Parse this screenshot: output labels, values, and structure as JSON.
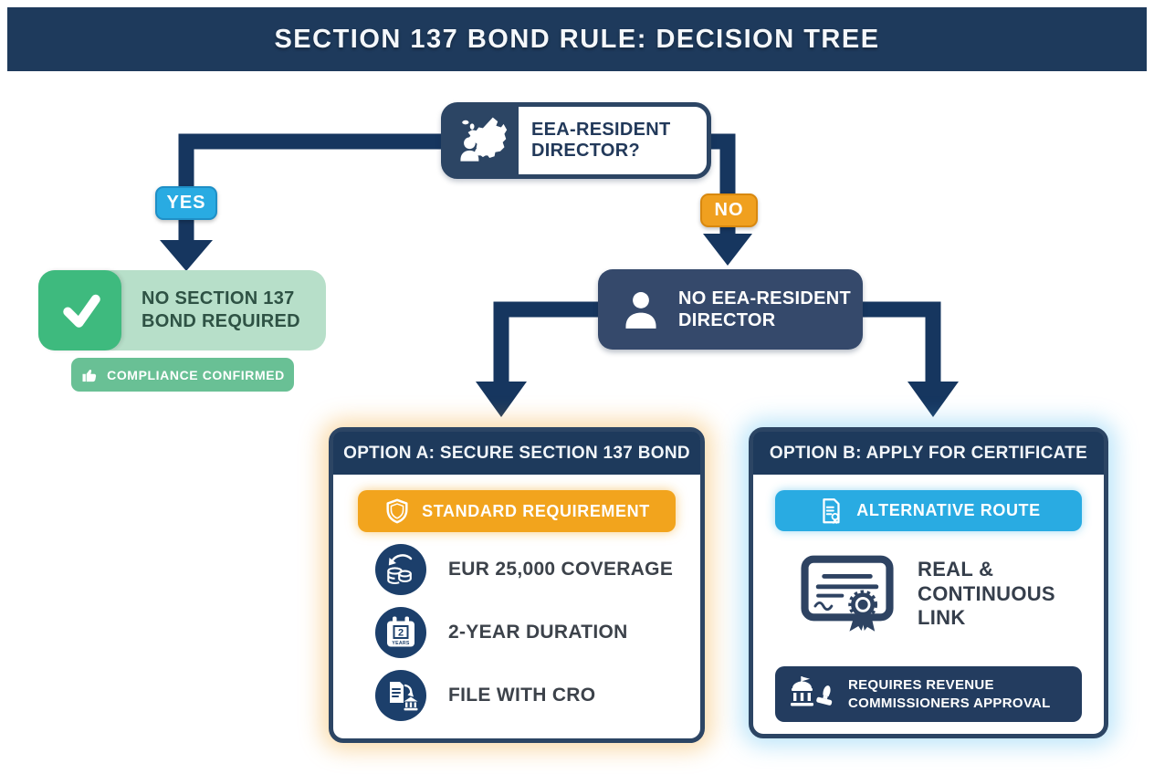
{
  "header": {
    "title": "SECTION 137 BOND RULE: DECISION TREE"
  },
  "root_question": {
    "label": "EEA-RESIDENT DIRECTOR?"
  },
  "branch_yes": {
    "label": "YES"
  },
  "branch_no": {
    "label": "NO"
  },
  "outcome_yes": {
    "title": "NO SECTION 137 BOND REQUIRED",
    "badge": "COMPLIANCE CONFIRMED"
  },
  "node_no_director": {
    "label": "NO EEA-RESIDENT DIRECTOR"
  },
  "option_a": {
    "title": "OPTION A: SECURE SECTION 137 BOND",
    "badge": "STANDARD REQUIREMENT",
    "items": [
      {
        "icon": "coins-refresh-icon",
        "label": "EUR 25,000 COVERAGE"
      },
      {
        "icon": "calendar-2-years-icon",
        "label": "2-YEAR DURATION"
      },
      {
        "icon": "file-to-bank-icon",
        "label": "FILE WITH CRO"
      }
    ],
    "calendar_number": "2",
    "calendar_unit": "YEARS"
  },
  "option_b": {
    "title": "OPTION B: APPLY FOR CERTIFICATE",
    "badge": "ALTERNATIVE ROUTE",
    "feature": "REAL & CONTINUOUS LINK",
    "approval": "REQUIRES REVENUE COMMISSIONERS APPROVAL"
  },
  "colors": {
    "navy-header": "#1e3a5c",
    "navy-node": "#35496b",
    "navy-node-border": "#2c4564",
    "navy-line": "#16365f",
    "navy-icon": "#1c3f6b",
    "navy-deep": "#233c5f",
    "blue": "#29abe2",
    "orange": "#f0a01f",
    "orange-badge": "#f2a41d",
    "green": "#3eba7e",
    "green-light": "#b7dfc9",
    "green-mid": "#69c095",
    "green-text": "#2e5244",
    "text-dark": "#3c424a"
  }
}
